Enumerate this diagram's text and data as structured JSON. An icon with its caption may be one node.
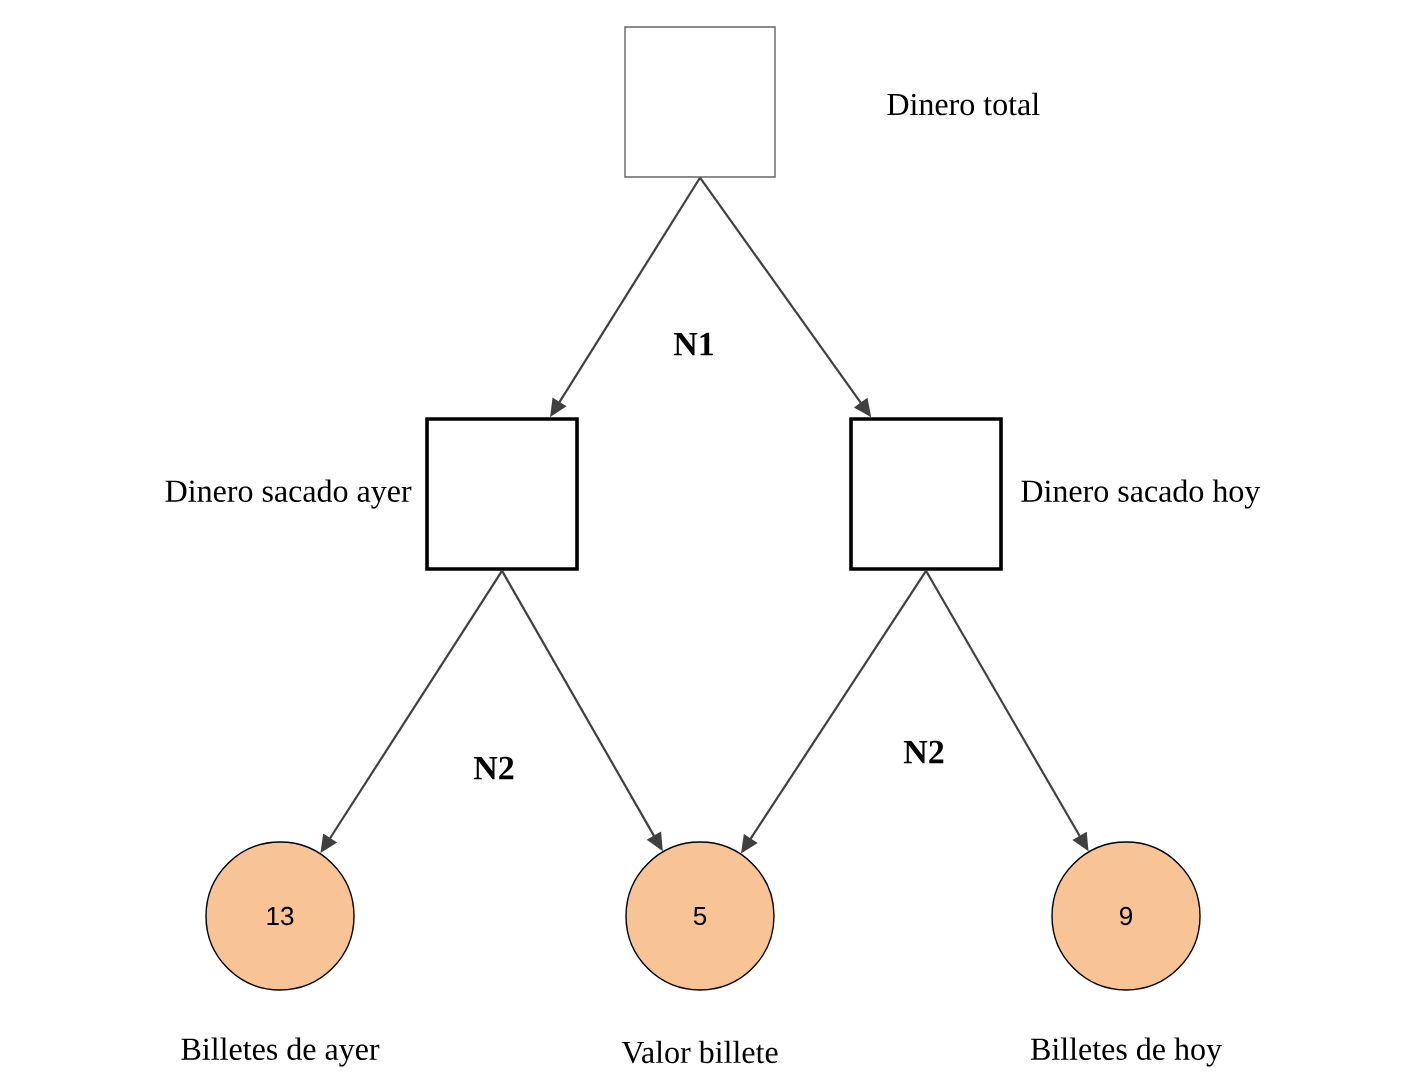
{
  "diagram": {
    "nodes": [
      {
        "text": [],
        "shape": "box",
        "beside": [
          "Dinero total"
        ]
      },
      {
        "text": [],
        "shape": "box",
        "beside": [
          "Dinero sacado ayer"
        ]
      },
      {
        "text": [],
        "shape": "box",
        "beside": [
          "Dinero sacado hoy"
        ]
      },
      {
        "text": [
          "13"
        ],
        "beside": [
          "Billetes de ayer"
        ]
      },
      {
        "text": [
          "5"
        ],
        "beside": [
          "Valor billete"
        ]
      },
      {
        "text": [
          "9"
        ],
        "beside": [
          "Billetes de hoy"
        ]
      }
    ],
    "edges": [
      {
        "from": 0,
        "to": 1,
        "arrow": "to"
      },
      {
        "from": 0,
        "to": 2,
        "arrow": "to"
      },
      {
        "from": 1,
        "to": 3,
        "arrow": "to"
      },
      {
        "from": 1,
        "to": 4,
        "arrow": "to"
      },
      {
        "from": 2,
        "to": 4,
        "arrow": "to"
      },
      {
        "from": 2,
        "to": 5,
        "arrow": "to"
      }
    ],
    "labels": [
      "N1",
      "N2",
      "N2"
    ]
  }
}
